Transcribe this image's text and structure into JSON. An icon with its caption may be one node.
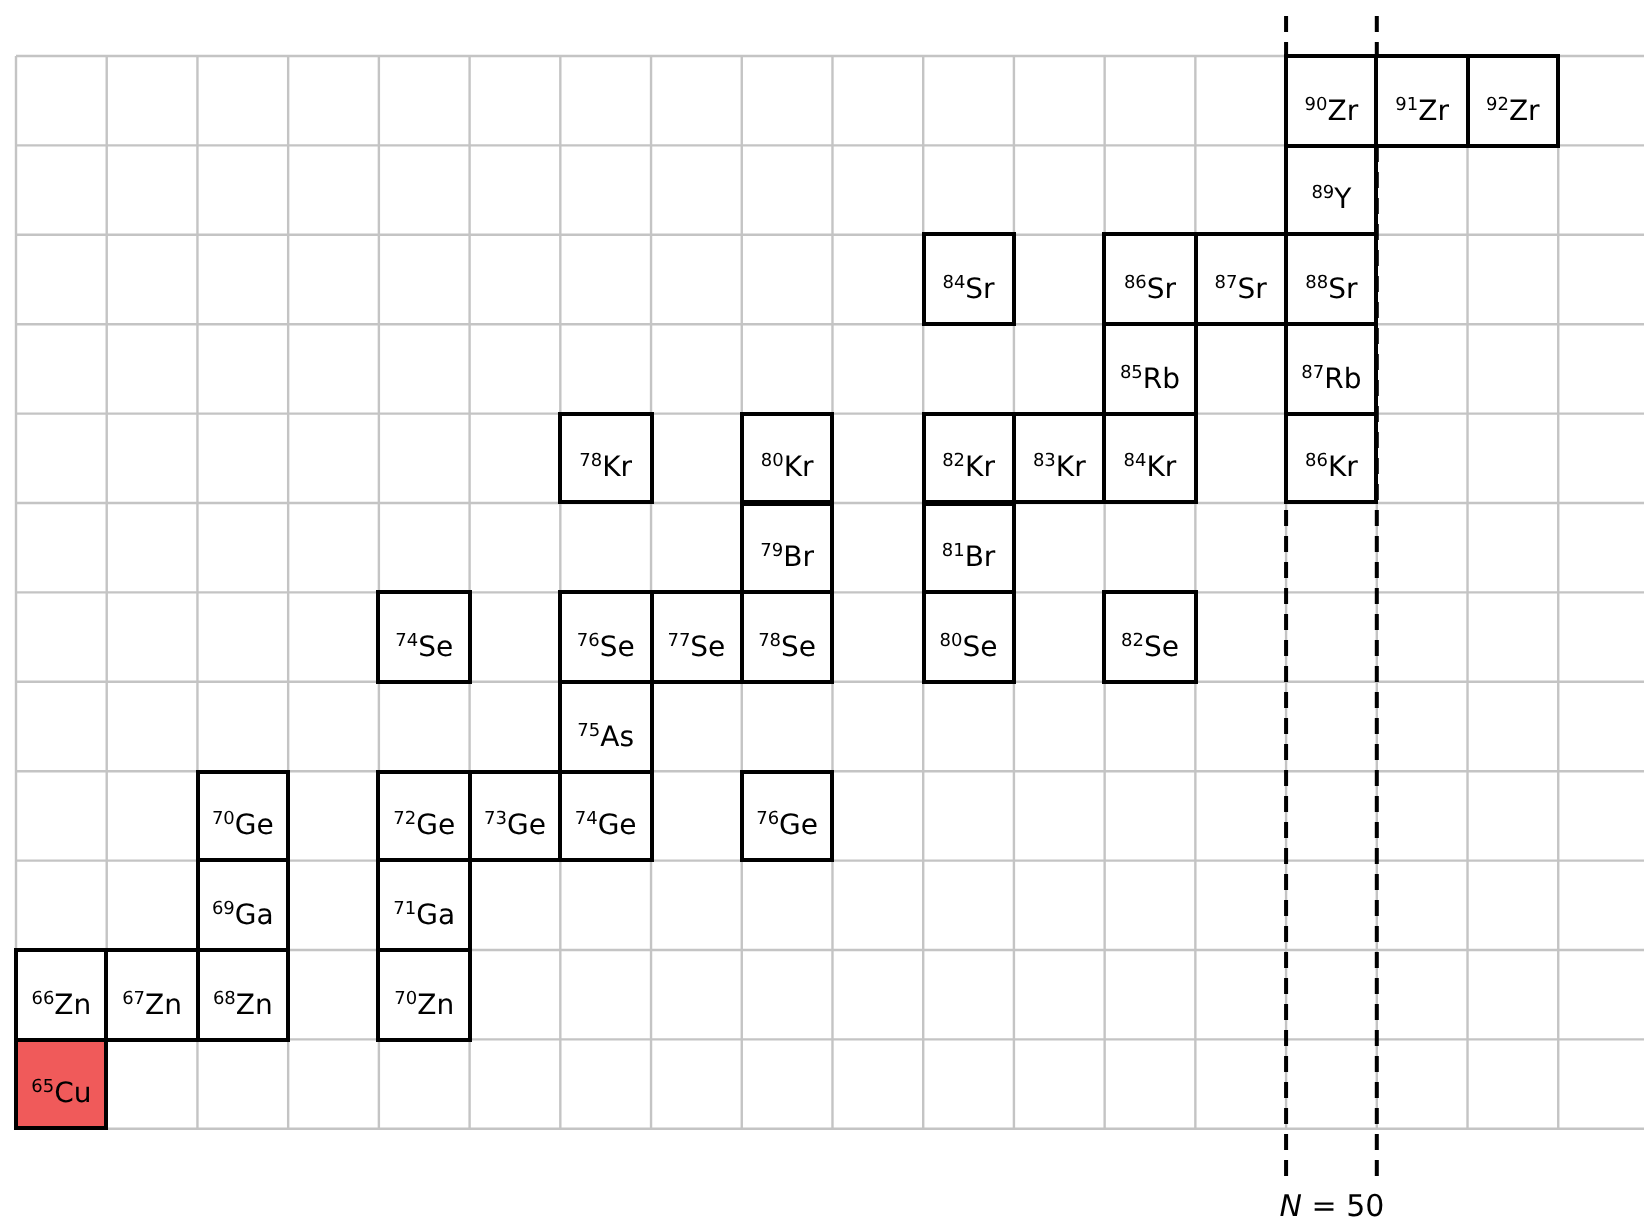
{
  "diagram": {
    "nodes": [
      {
        "text": [
          "$^{90}$Zr"
        ]
      },
      {
        "text": [
          "$^{91}$Zr"
        ]
      },
      {
        "text": [
          "$^{92}$Zr"
        ]
      },
      {
        "text": [
          "$^{89}$Y"
        ]
      },
      {
        "text": [
          "$^{84}$Sr"
        ]
      },
      {
        "text": [
          "$^{86}$Sr"
        ]
      },
      {
        "text": [
          "$^{87}$Sr"
        ]
      },
      {
        "text": [
          "$^{88}$Sr"
        ]
      },
      {
        "text": [
          "$^{85}$Rb"
        ]
      },
      {
        "text": [
          "$^{87}$Rb"
        ]
      },
      {
        "text": [
          "$^{78}$Kr"
        ]
      },
      {
        "text": [
          "$^{80}$Kr"
        ]
      },
      {
        "text": [
          "$^{82}$Kr"
        ]
      },
      {
        "text": [
          "$^{83}$Kr"
        ]
      },
      {
        "text": [
          "$^{84}$Kr"
        ]
      },
      {
        "text": [
          "$^{86}$Kr"
        ]
      },
      {
        "text": [
          "$^{79}$Br"
        ]
      },
      {
        "text": [
          "$^{81}$Br"
        ]
      },
      {
        "text": [
          "$^{74}$Se"
        ]
      },
      {
        "text": [
          "$^{76}$Se"
        ]
      },
      {
        "text": [
          "$^{77}$Se"
        ]
      },
      {
        "text": [
          "$^{78}$Se"
        ]
      },
      {
        "text": [
          "$^{80}$Se"
        ]
      },
      {
        "text": [
          "$^{82}$Se"
        ]
      },
      {
        "text": [
          "$^{75}$As"
        ]
      },
      {
        "text": [
          "$^{70}$Ge"
        ]
      },
      {
        "text": [
          "$^{72}$Ge"
        ]
      },
      {
        "text": [
          "$^{73}$Ge"
        ]
      },
      {
        "text": [
          "$^{74}$Ge"
        ]
      },
      {
        "text": [
          "$^{76}$Ge"
        ]
      },
      {
        "text": [
          "$^{69}$Ga"
        ]
      },
      {
        "text": [
          "$^{71}$Ga"
        ]
      },
      {
        "text": [
          "$^{66}$Zn"
        ]
      },
      {
        "text": [
          "$^{67}$Zn"
        ]
      },
      {
        "text": [
          "$^{68}$Zn"
        ]
      },
      {
        "text": [
          "$^{70}$Zn"
        ]
      },
      {
        "text": [
          "$^{65}$Cu"
        ]
      }
    ],
    "labels": [
      "*N* = 50"
    ]
  }
}
